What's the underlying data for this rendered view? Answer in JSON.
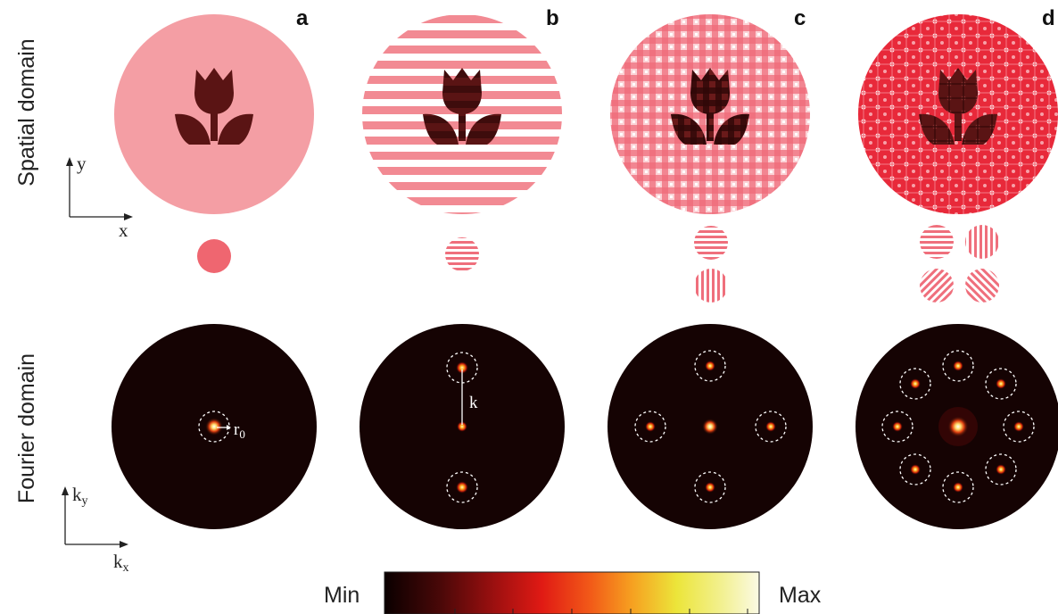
{
  "rows": {
    "spatial_title": "Spatial domain",
    "fourier_title": "Fourier domain"
  },
  "panels": [
    "a",
    "b",
    "c",
    "d"
  ],
  "spatial_axes": {
    "y_label": "y",
    "x_label": "x"
  },
  "fourier_axes": {
    "ky_base": "k",
    "ky_sub": "y",
    "kx_base": "k",
    "kx_sub": "x"
  },
  "annotations": {
    "radius_base": "r",
    "radius_sub": "0",
    "wavevector": "k"
  },
  "colorbar": {
    "min_label": "Min",
    "max_label": "Max"
  },
  "colors": {
    "pink_fill": "#f49ea4",
    "stripe_red": "#ef6f7c",
    "grid_red": "#e8303f",
    "tulip_dark": "#5a1414",
    "fourier_bg": "#150303",
    "spot_core": "#fff5b0",
    "dashed_circle": "#ffffff"
  },
  "icons": [
    "tulip-icon",
    "axis-arrows-icon",
    "dashed-circle-marker"
  ]
}
